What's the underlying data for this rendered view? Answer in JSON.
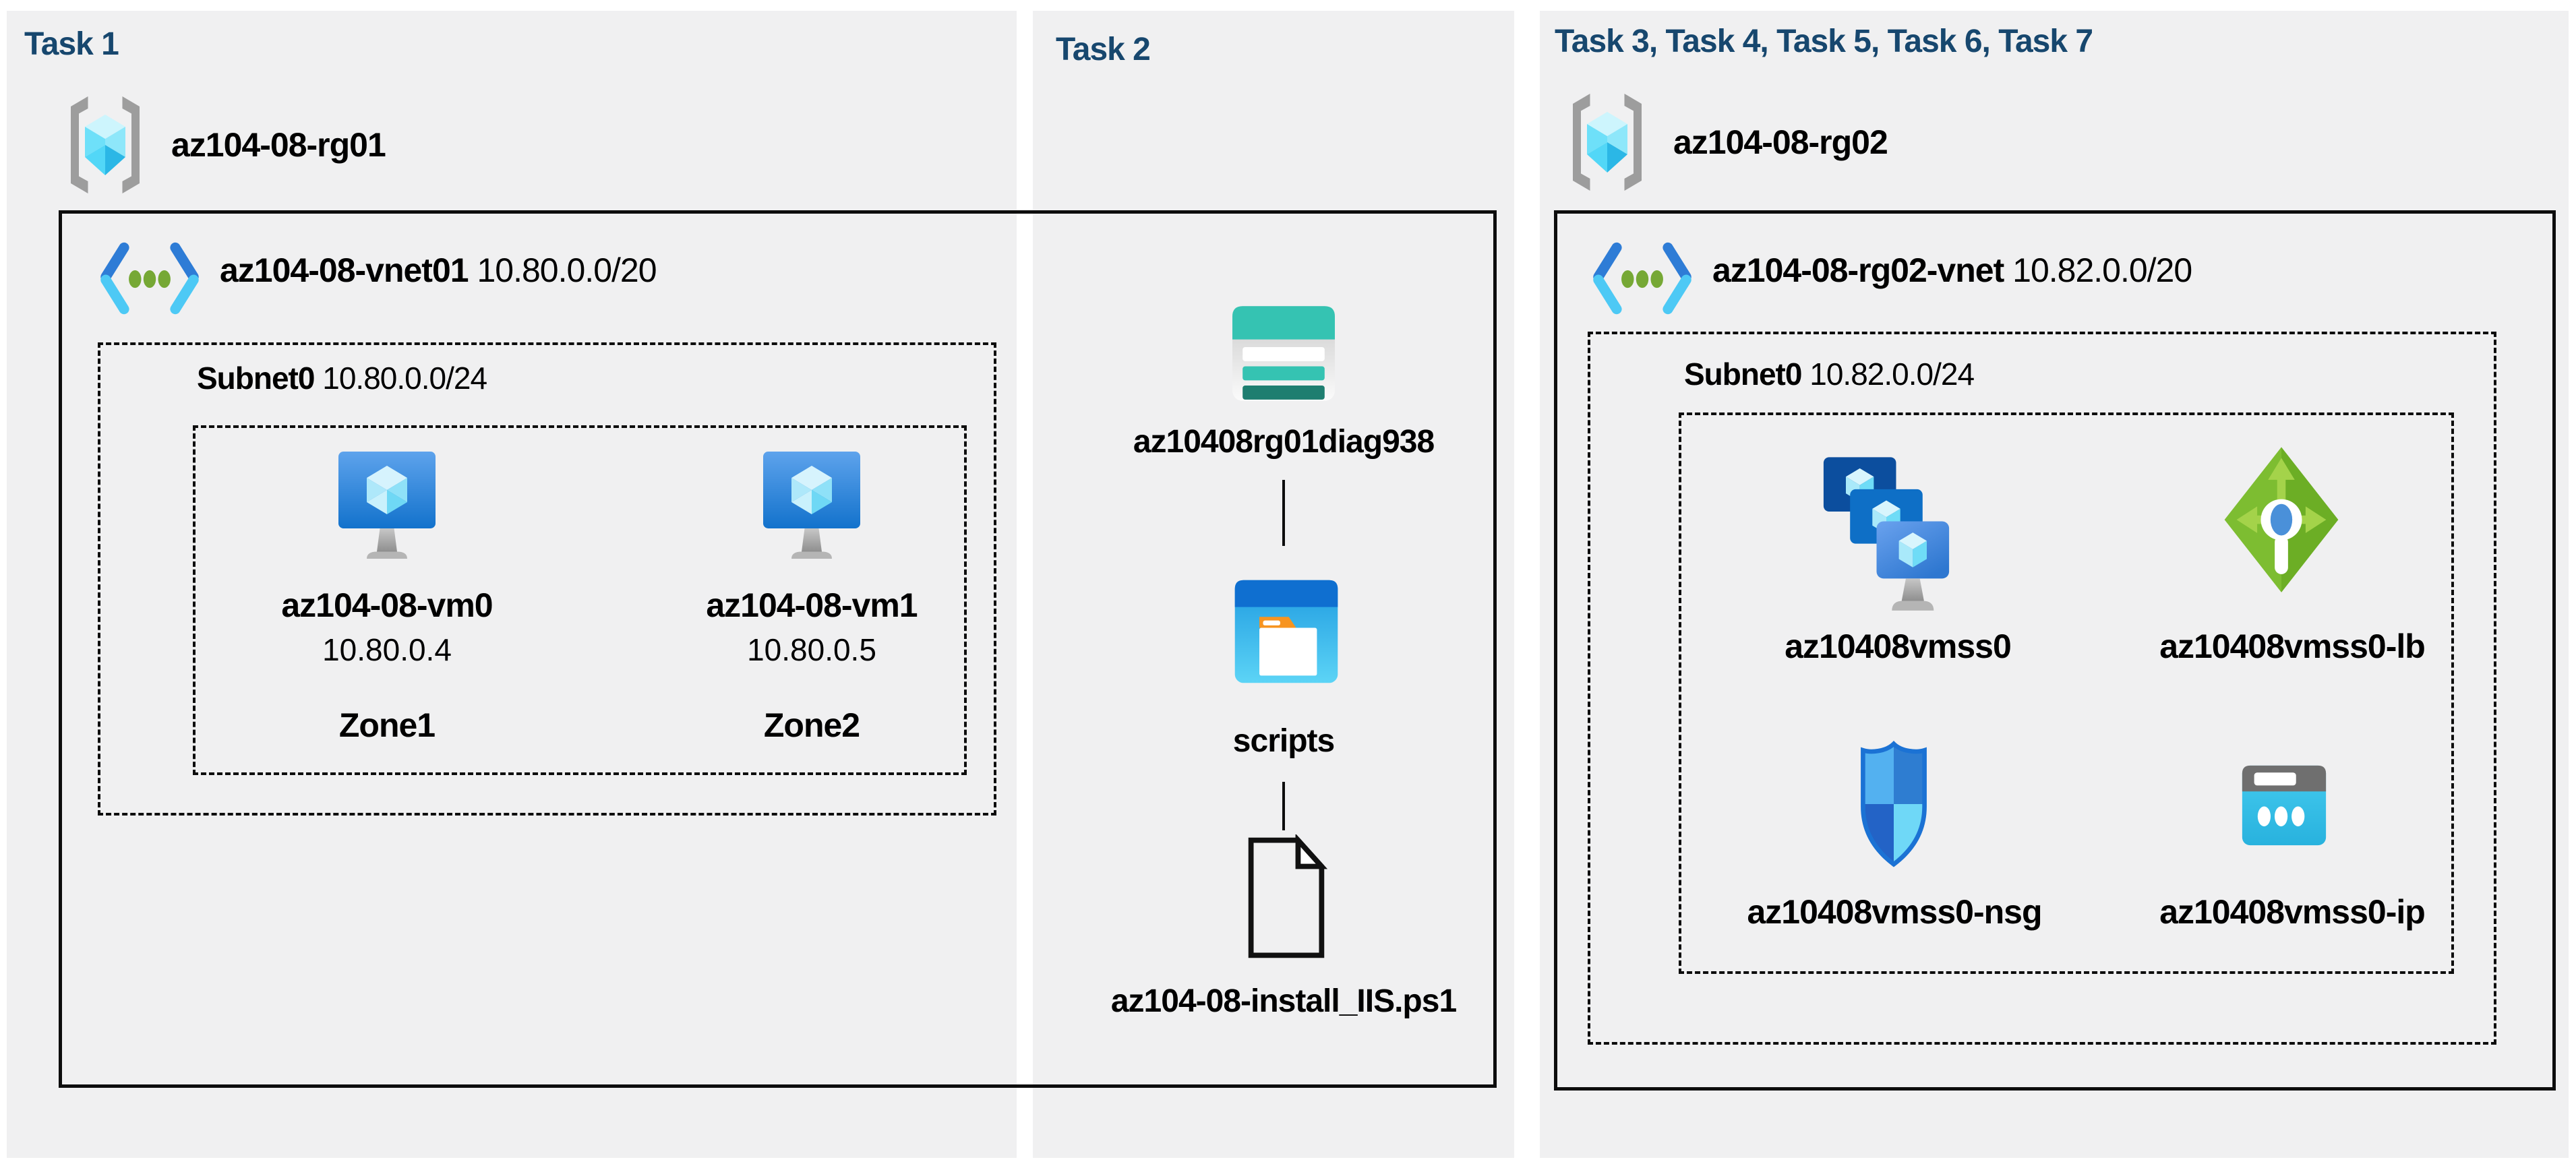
{
  "colors": {
    "background": "#ffffff",
    "panel_bg": "#f0f0f1",
    "header_text": "#17476e",
    "label_text": "#000000",
    "box_border": "#0d0d0d",
    "vm_blue": "#1272cc",
    "vmss_dark_blue": "#0b4d9e",
    "lb_green": "#74b42c",
    "nsg_blue": "#2e7dd1",
    "ip_cyan": "#35c3ea",
    "storage_teal": "#35c3b2",
    "folder_orange": "#f79420"
  },
  "task1": {
    "header": "Task 1",
    "rg_name": "az104-08-rg01",
    "vnet_name": "az104-08-vnet01",
    "vnet_cidr": "10.80.0.0/20",
    "subnet_name": "Subnet0",
    "subnet_cidr": "10.80.0.0/24",
    "vms": [
      {
        "name": "az104-08-vm0",
        "ip": "10.80.0.4",
        "zone": "Zone1",
        "icon": "virtual-machine-icon"
      },
      {
        "name": "az104-08-vm1",
        "ip": "10.80.0.5",
        "zone": "Zone2",
        "icon": "virtual-machine-icon"
      }
    ]
  },
  "task2": {
    "header": "Task 2",
    "storage_account": "az10408rg01diag938",
    "container": "scripts",
    "script_file": "az104-08-install_IIS.ps1"
  },
  "task3": {
    "header": "Task 3, Task 4, Task 5, Task 6, Task 7",
    "rg_name": "az104-08-rg02",
    "vnet_name": "az104-08-rg02-vnet",
    "vnet_cidr": "10.82.0.0/20",
    "subnet_name": "Subnet0",
    "subnet_cidr": "10.82.0.0/24",
    "vmss_name": "az10408vmss0",
    "lb_name": "az10408vmss0-lb",
    "nsg_name": "az10408vmss0-nsg",
    "ip_name": "az10408vmss0-ip"
  }
}
